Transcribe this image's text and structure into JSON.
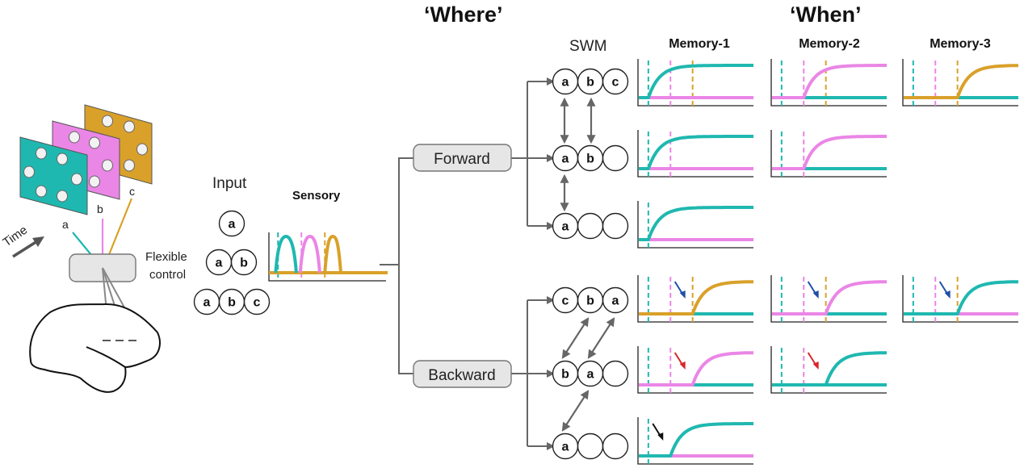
{
  "colors": {
    "a": "#1fb8b0",
    "b": "#ea86e6",
    "c": "#d9a12a",
    "connector": "#666666",
    "box_fill": "#e6e6e6",
    "arrow_blue": "#1f4fa8",
    "arrow_red": "#d8262b",
    "arrow_black": "#111111"
  },
  "headers": {
    "where": "‘Where’",
    "when": "‘When’"
  },
  "stimulus": {
    "time_label": "Time",
    "frame_labels": [
      "a",
      "b",
      "c"
    ],
    "control_label_line1": "Flexible",
    "control_label_line2": "control"
  },
  "input": {
    "title": "Input",
    "rows": [
      [
        "a"
      ],
      [
        "a",
        "b"
      ],
      [
        "a",
        "b",
        "c"
      ]
    ]
  },
  "sensory": {
    "title": "Sensory"
  },
  "modes": {
    "forward": "Forward",
    "backward": "Backward"
  },
  "swm": {
    "title": "SWM",
    "forward_rows": [
      [
        "a",
        "b",
        "c"
      ],
      [
        "a",
        "b",
        ""
      ],
      [
        "a",
        "",
        ""
      ]
    ],
    "backward_rows": [
      [
        "c",
        "b",
        "a"
      ],
      [
        "b",
        "a",
        ""
      ],
      [
        "a",
        "",
        ""
      ]
    ]
  },
  "memory_columns": [
    "Memory-1",
    "Memory-2",
    "Memory-3"
  ],
  "chart_data": {
    "type": "line",
    "description": "Schematic memory-unit activity traces; x = time with item onsets a,b,c as dashed lines; y = activity (0 baseline, 1 saturated)",
    "onsets": {
      "a": 0.05,
      "b": 0.25,
      "c": 0.45
    },
    "panels": [
      {
        "id": "fwd-abc-m1",
        "row": "forward-1",
        "col": "Memory-1",
        "main": "a",
        "rise": 0.05,
        "baseline": "b",
        "onsets": [
          "a",
          "b",
          "c"
        ],
        "arrow": null
      },
      {
        "id": "fwd-abc-m2",
        "row": "forward-1",
        "col": "Memory-2",
        "main": "b",
        "rise": 0.25,
        "baseline": "a",
        "onsets": [
          "a",
          "b",
          "c"
        ],
        "arrow": null
      },
      {
        "id": "fwd-abc-m3",
        "row": "forward-1",
        "col": "Memory-3",
        "main": "c",
        "rise": 0.45,
        "baseline": "a",
        "onsets": [
          "a",
          "b",
          "c"
        ],
        "arrow": null
      },
      {
        "id": "fwd-ab-m1",
        "row": "forward-2",
        "col": "Memory-1",
        "main": "a",
        "rise": 0.05,
        "baseline": "b",
        "onsets": [
          "a",
          "b"
        ],
        "arrow": null
      },
      {
        "id": "fwd-ab-m2",
        "row": "forward-2",
        "col": "Memory-2",
        "main": "b",
        "rise": 0.25,
        "baseline": "a",
        "onsets": [
          "a",
          "b"
        ],
        "arrow": null
      },
      {
        "id": "fwd-a-m1",
        "row": "forward-3",
        "col": "Memory-1",
        "main": "a",
        "rise": 0.05,
        "baseline": "b",
        "onsets": [
          "a"
        ],
        "arrow": null
      },
      {
        "id": "bwd-cba-m1",
        "row": "backward-1",
        "col": "Memory-1",
        "main": "c",
        "rise": 0.45,
        "baseline": "a",
        "onsets": [
          "a",
          "b",
          "c"
        ],
        "arrow": "blue"
      },
      {
        "id": "bwd-cba-m2",
        "row": "backward-1",
        "col": "Memory-2",
        "main": "b",
        "rise": 0.45,
        "baseline": "a",
        "onsets": [
          "a",
          "b",
          "c"
        ],
        "arrow": "blue"
      },
      {
        "id": "bwd-cba-m3",
        "row": "backward-1",
        "col": "Memory-3",
        "main": "a",
        "rise": 0.45,
        "baseline": "b",
        "onsets": [
          "a",
          "b",
          "c"
        ],
        "arrow": "blue"
      },
      {
        "id": "bwd-ba-m1",
        "row": "backward-2",
        "col": "Memory-1",
        "main": "b",
        "rise": 0.45,
        "baseline": "a",
        "onsets": [
          "a",
          "b"
        ],
        "arrow": "red"
      },
      {
        "id": "bwd-ba-m2",
        "row": "backward-2",
        "col": "Memory-2",
        "main": "a",
        "rise": 0.45,
        "baseline": "a",
        "onsets": [
          "a",
          "b"
        ],
        "arrow": "red"
      },
      {
        "id": "bwd-a-m1",
        "row": "backward-3",
        "col": "Memory-1",
        "main": "a",
        "rise": 0.25,
        "baseline": "b",
        "onsets": [
          "a"
        ],
        "arrow": "black"
      }
    ],
    "sensory_trace": {
      "bumps": [
        {
          "item": "a",
          "start": 0.03,
          "end": 0.22
        },
        {
          "item": "b",
          "start": 0.24,
          "end": 0.42
        },
        {
          "item": "c",
          "start": 0.45,
          "end": 0.6
        }
      ],
      "onsets": [
        "a",
        "b",
        "c"
      ]
    }
  }
}
